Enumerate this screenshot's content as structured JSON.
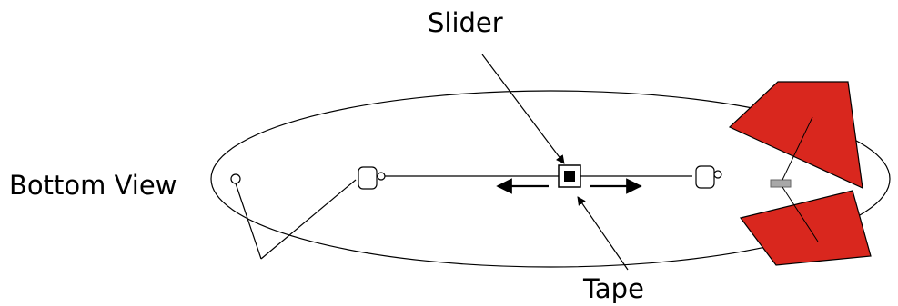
{
  "labels": {
    "view": "Bottom View",
    "slider": "Slider",
    "tape": "Tape"
  },
  "colors": {
    "line": "#000000",
    "fin": "#d9271e",
    "connector": "#a8a8a8",
    "background": "#ffffff"
  },
  "icons": {
    "arrow_left": "arrow-left-icon",
    "arrow_right": "arrow-right-icon",
    "slider": "slider-icon"
  }
}
